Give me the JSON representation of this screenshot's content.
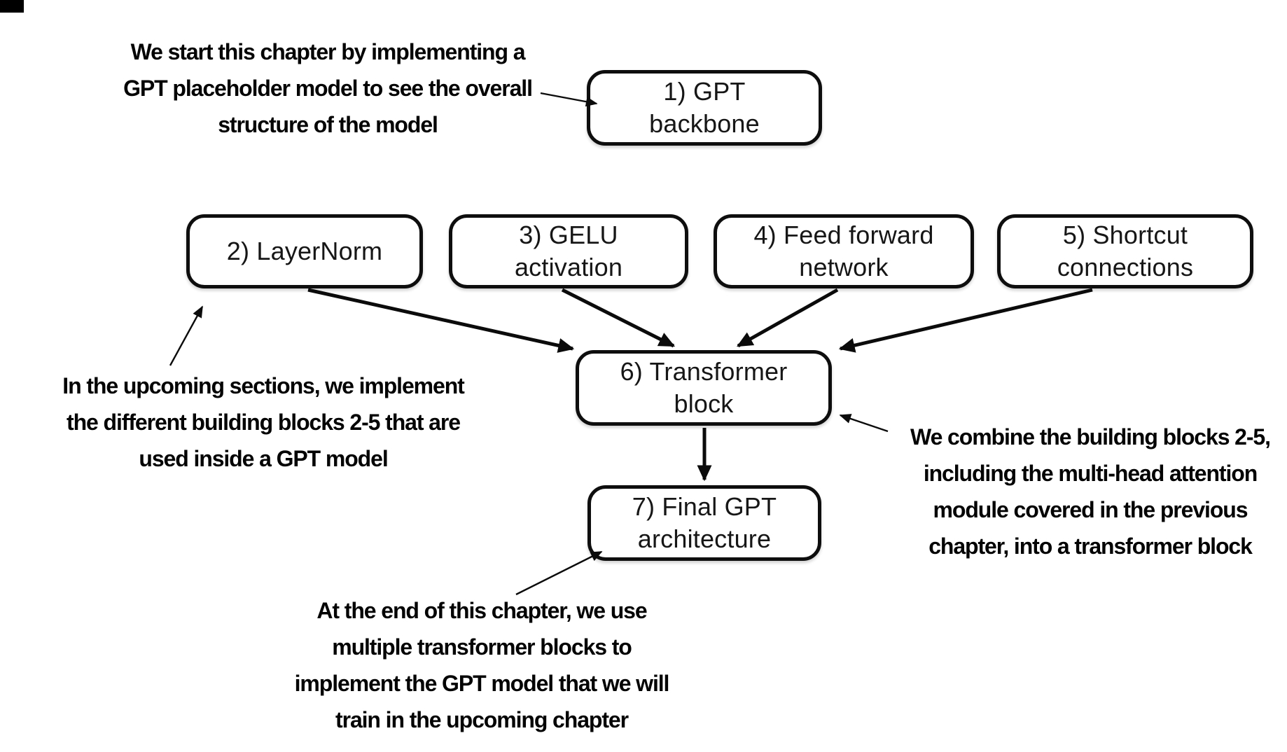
{
  "page": {
    "background": "#ffffff",
    "ink": "#0b0b0b"
  },
  "boxes": [
    {
      "id": "gpt-backbone",
      "label": "1) GPT\nbackbone"
    },
    {
      "id": "layernorm",
      "label": "2) LayerNorm"
    },
    {
      "id": "gelu-activation",
      "label": "3) GELU\nactivation"
    },
    {
      "id": "feed-forward-network",
      "label": "4) Feed forward\nnetwork"
    },
    {
      "id": "shortcut-connections",
      "label": "5) Shortcut\nconnections"
    },
    {
      "id": "transformer-block",
      "label": "6) Transformer\nblock"
    },
    {
      "id": "final-gpt-architecture",
      "label": "7) Final GPT\narchitecture"
    }
  ],
  "annotations": [
    {
      "id": "gpt-backbone-note",
      "text": "We start this chapter by implementing a\nGPT placeholder model to see the overall\nstructure of the model"
    },
    {
      "id": "building-blocks-note",
      "text": "In the upcoming sections, we implement\nthe different building blocks 2-5 that are\nused inside a GPT model"
    },
    {
      "id": "transformer-block-note",
      "text": "We combine the building blocks 2-5,\nincluding the multi-head attention\nmodule covered in the previous\nchapter, into a transformer block"
    },
    {
      "id": "final-architecture-note",
      "text": "At the end of this chapter, we use\nmultiple transformer blocks to\nimplement the GPT model that we will\ntrain in the upcoming chapter"
    }
  ]
}
